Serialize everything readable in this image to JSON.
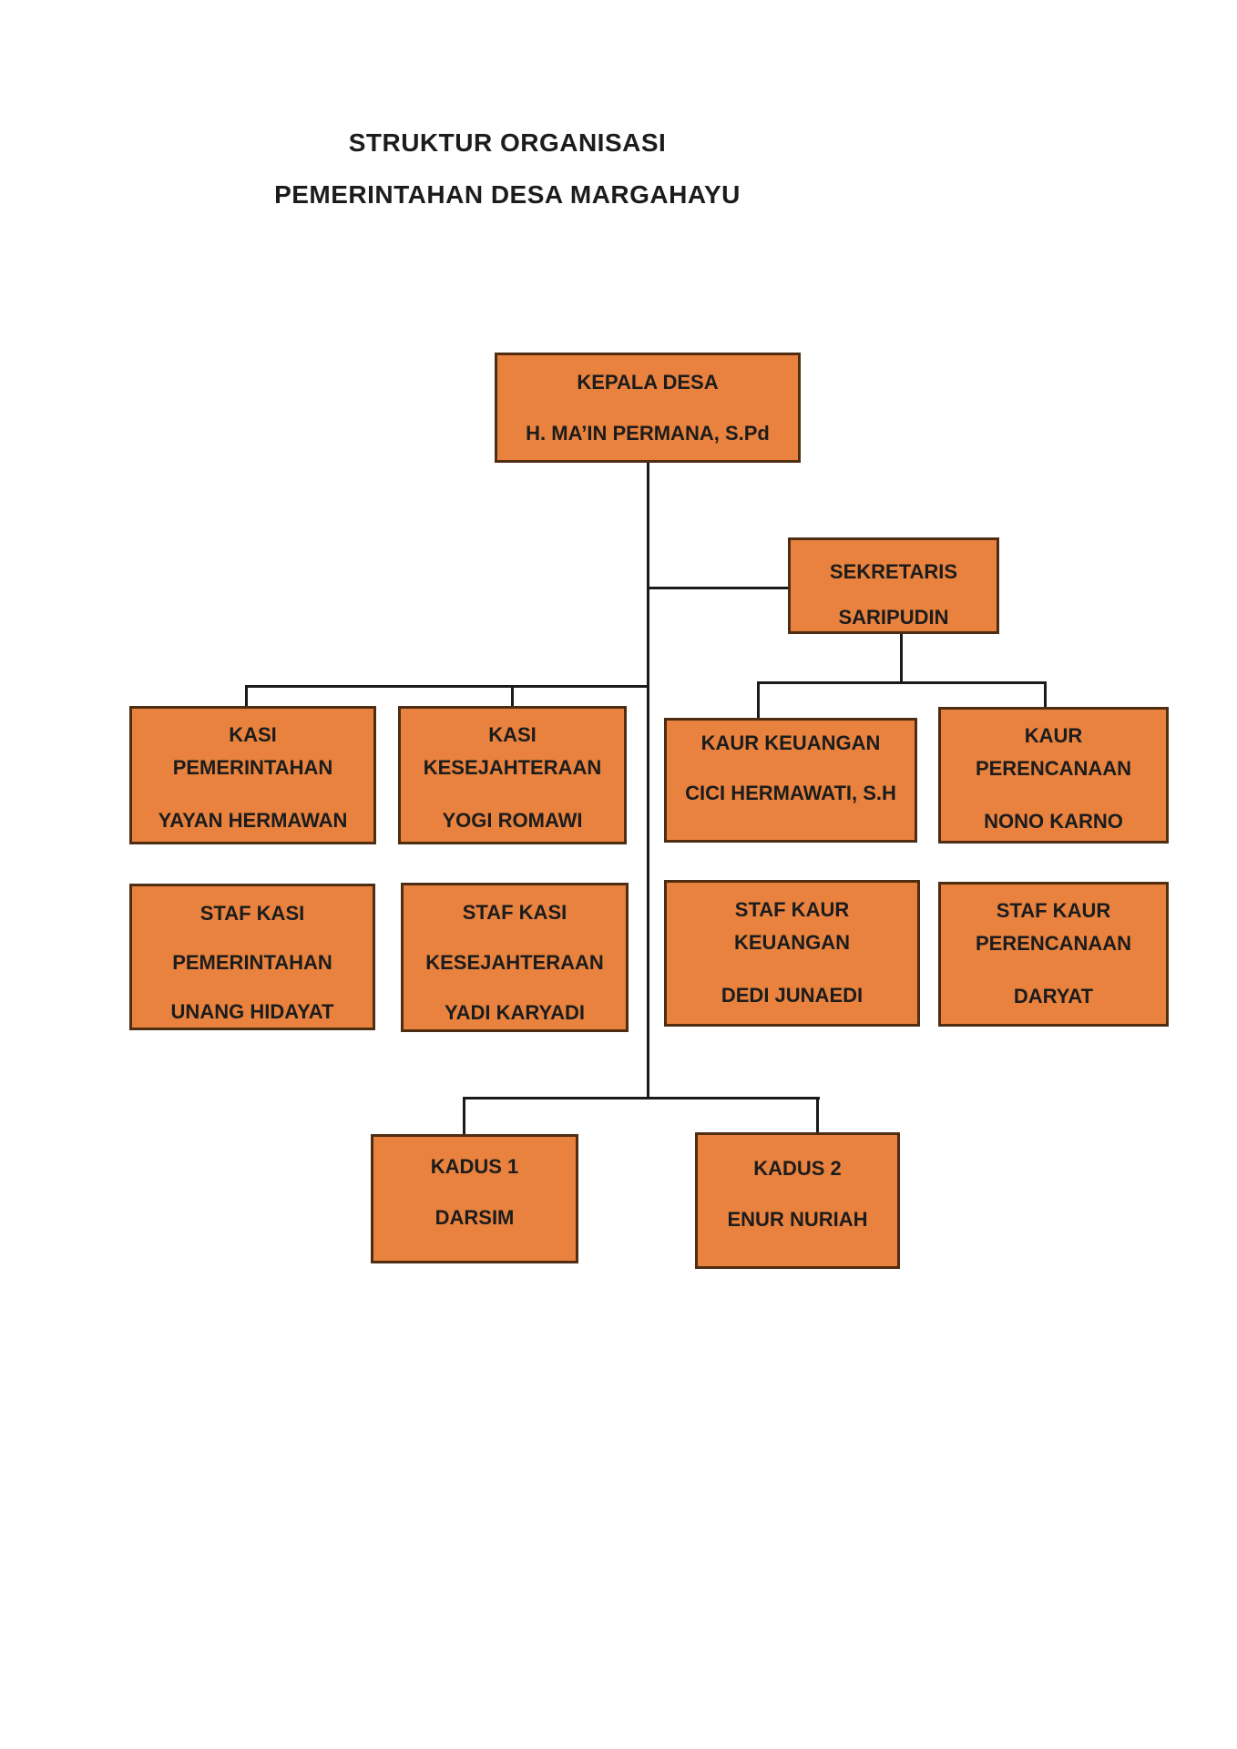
{
  "title": {
    "line1": "STRUKTUR ORGANISASI",
    "line2": "PEMERINTAHAN DESA MARGAHAYU"
  },
  "colors": {
    "node_fill": "#E8823E",
    "node_border": "#4F2D12",
    "connector": "#1A1A1A",
    "text": "#1C1C1C",
    "page_background": "#FFFFFF"
  },
  "nodes": {
    "kepala_desa": {
      "lines": [
        "KEPALA DESA",
        "H. MA’IN PERMANA, S.Pd"
      ]
    },
    "sekretaris": {
      "lines": [
        "SEKRETARIS",
        "SARIPUDIN"
      ]
    },
    "kasi_pemerintahan": {
      "lines": [
        "KASI",
        "PEMERINTAHAN",
        "YAYAN HERMAWAN"
      ]
    },
    "kasi_kesejahteraan": {
      "lines": [
        "KASI",
        "KESEJAHTERAAN",
        "YOGI ROMAWI"
      ]
    },
    "kaur_keuangan": {
      "lines": [
        "KAUR KEUANGAN",
        "CICI HERMAWATI, S.H"
      ]
    },
    "kaur_perencanaan": {
      "lines": [
        "KAUR",
        "PERENCANAAN",
        "NONO KARNO"
      ]
    },
    "staf_kasi_pemerintahan": {
      "lines": [
        "STAF KASI",
        "PEMERINTAHAN",
        "UNANG HIDAYAT"
      ]
    },
    "staf_kasi_kesejahteraan": {
      "lines": [
        "STAF KASI",
        "KESEJAHTERAAN",
        "YADI KARYADI"
      ]
    },
    "staf_kaur_keuangan": {
      "lines": [
        "STAF KAUR",
        "KEUANGAN",
        "DEDI JUNAEDI"
      ]
    },
    "staf_kaur_perencanaan": {
      "lines": [
        "STAF KAUR",
        "PERENCANAAN",
        "DARYAT"
      ]
    },
    "kadus_1": {
      "lines": [
        "KADUS 1",
        "DARSIM"
      ]
    },
    "kadus_2": {
      "lines": [
        "KADUS 2",
        "ENUR NURIAH"
      ]
    }
  },
  "edges": [
    {
      "from": "kepala_desa",
      "to": "sekretaris"
    },
    {
      "from": "kepala_desa",
      "to": "kasi_pemerintahan"
    },
    {
      "from": "kepala_desa",
      "to": "kasi_kesejahteraan"
    },
    {
      "from": "sekretaris",
      "to": "kaur_keuangan"
    },
    {
      "from": "sekretaris",
      "to": "kaur_perencanaan"
    },
    {
      "from": "kepala_desa",
      "to": "kadus_1"
    },
    {
      "from": "kepala_desa",
      "to": "kadus_2"
    }
  ]
}
